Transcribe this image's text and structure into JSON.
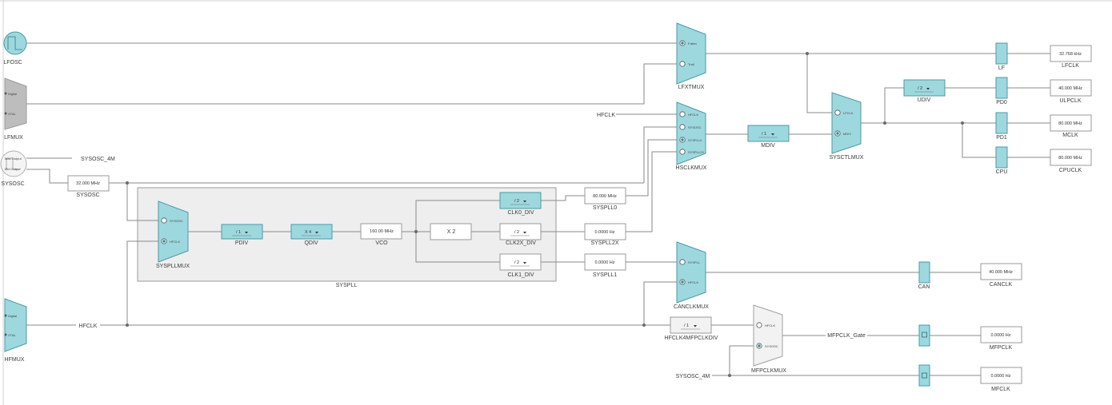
{
  "blocks": {
    "lfosc": "LFOSC",
    "lfmux": "LFMUX",
    "lfmux_inputs": [
      "Digital",
      "XTAL"
    ],
    "sysosc": "SYSOSC",
    "sysosc_outputs": [
      "Max Output",
      "Mid Output"
    ],
    "hfmux": "HFMUX",
    "hfmux_inputs": [
      "Digital",
      "XTAL"
    ],
    "lfxtmux": "LFXTMUX",
    "lfxtmux_inputs": [
      "Fallen",
      "Trail"
    ],
    "hsclkmux": "HSCLKMUX",
    "hsclkmux_inputs": [
      "HFCLK",
      "SYSOSC",
      "SYSPLL0",
      "SYSPLL2X"
    ],
    "mdiv": "MDIV",
    "mdiv_value": "/ 1",
    "sysctlmux": "SYSCTLMUX",
    "sysctlmux_inputs": [
      "LFCLK",
      "MDIV"
    ],
    "udiv": "UDIV",
    "udiv_value": "/ 2",
    "gates": [
      "LF",
      "PD0",
      "PD1",
      "CPU",
      "CAN"
    ],
    "syspll": "SYSPLL",
    "syspllmux": "SYSPLLMUX",
    "syspllmux_inputs": [
      "SYSOSC",
      "HFCLK"
    ],
    "pdiv": "PDIV",
    "pdiv_value": "/ 1",
    "qdiv": "QDIV",
    "qdiv_value": "X 4",
    "vco": "VCO",
    "vco_value": "160.00 MHz",
    "x2": "X 2",
    "clk0_div": "CLK0_DIV",
    "clk0_value": "/ 2",
    "clk2x_div": "CLK2X_DIV",
    "clk2x_value": "/ 2",
    "clk1_div": "CLK1_DIV",
    "clk1_value": "/ 2",
    "canclkmux": "CANCLKMUX",
    "canclkmux_inputs": [
      "SYSPLL",
      "HFCLK"
    ],
    "hfclk4_div": "HFCLK4MFPCLKDIV",
    "hfclk4_value": "/ 1",
    "mfpclkmux": "MFPCLKMUX",
    "mfpclkmux_inputs": [
      "HFCLK",
      "SYSOSC"
    ]
  },
  "signals": {
    "sysosc_4m": "SYSOSC_4M",
    "hfclk": "HFCLK",
    "hfclk_left": "HFCLK",
    "mfpclk_gate": "MFPCLK_Gate",
    "sysosc_4m_bottom": "SYSOSC_4M"
  },
  "outputs": {
    "sysosc": {
      "label": "SYSOSC",
      "value": "32.000 MHz"
    },
    "syspll0": {
      "label": "SYSPLL0",
      "value": "80.000 MHz"
    },
    "syspll2x": {
      "label": "SYSPLL2X",
      "value": "0.0000 Hz"
    },
    "syspll1": {
      "label": "SYSPLL1",
      "value": "0.0000 Hz"
    },
    "lfclk": {
      "label": "LFCLK",
      "value": "32.768 kHz"
    },
    "ulpclk": {
      "label": "ULPCLK",
      "value": "40.000 MHz"
    },
    "mclk": {
      "label": "MCLK",
      "value": "80.000 MHz"
    },
    "cpuclk": {
      "label": "CPUCLK",
      "value": "80.000 MHz"
    },
    "canclk": {
      "label": "CANCLK",
      "value": "40.000 MHz"
    },
    "mfpclk": {
      "label": "MFPCLK",
      "value": "0.0000 Hz"
    },
    "mfclk": {
      "label": "MFCLK",
      "value": "0.0000 Hz"
    }
  },
  "colors": {
    "accent": "#9ed8df",
    "accent_border": "#4c9aa6",
    "wire": "#8a8a8a",
    "pll_background": "#eeeeee"
  }
}
